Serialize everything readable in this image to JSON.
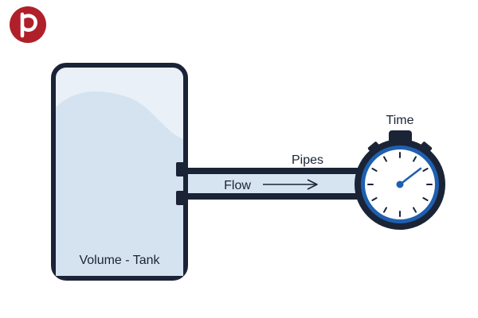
{
  "diagram": {
    "labels": {
      "tank": "Volume - Tank",
      "pipes": "Pipes",
      "flow": "Flow",
      "time": "Time"
    },
    "icons": {
      "logo": "logo-p-icon",
      "tank": "tank-icon",
      "stopwatch": "stopwatch-icon",
      "flow_arrow": "arrow-right-icon"
    },
    "colors": {
      "logo": "#b0202a",
      "outline": "#1a2436",
      "tank_fill": "#e9f0f8",
      "tank_water": "#d5e3f1",
      "pipe_fill": "#d6e4f2",
      "stopwatch_ring": "#1f5fb0",
      "stopwatch_face": "#ffffff",
      "hand": "#1f5fb0"
    }
  }
}
